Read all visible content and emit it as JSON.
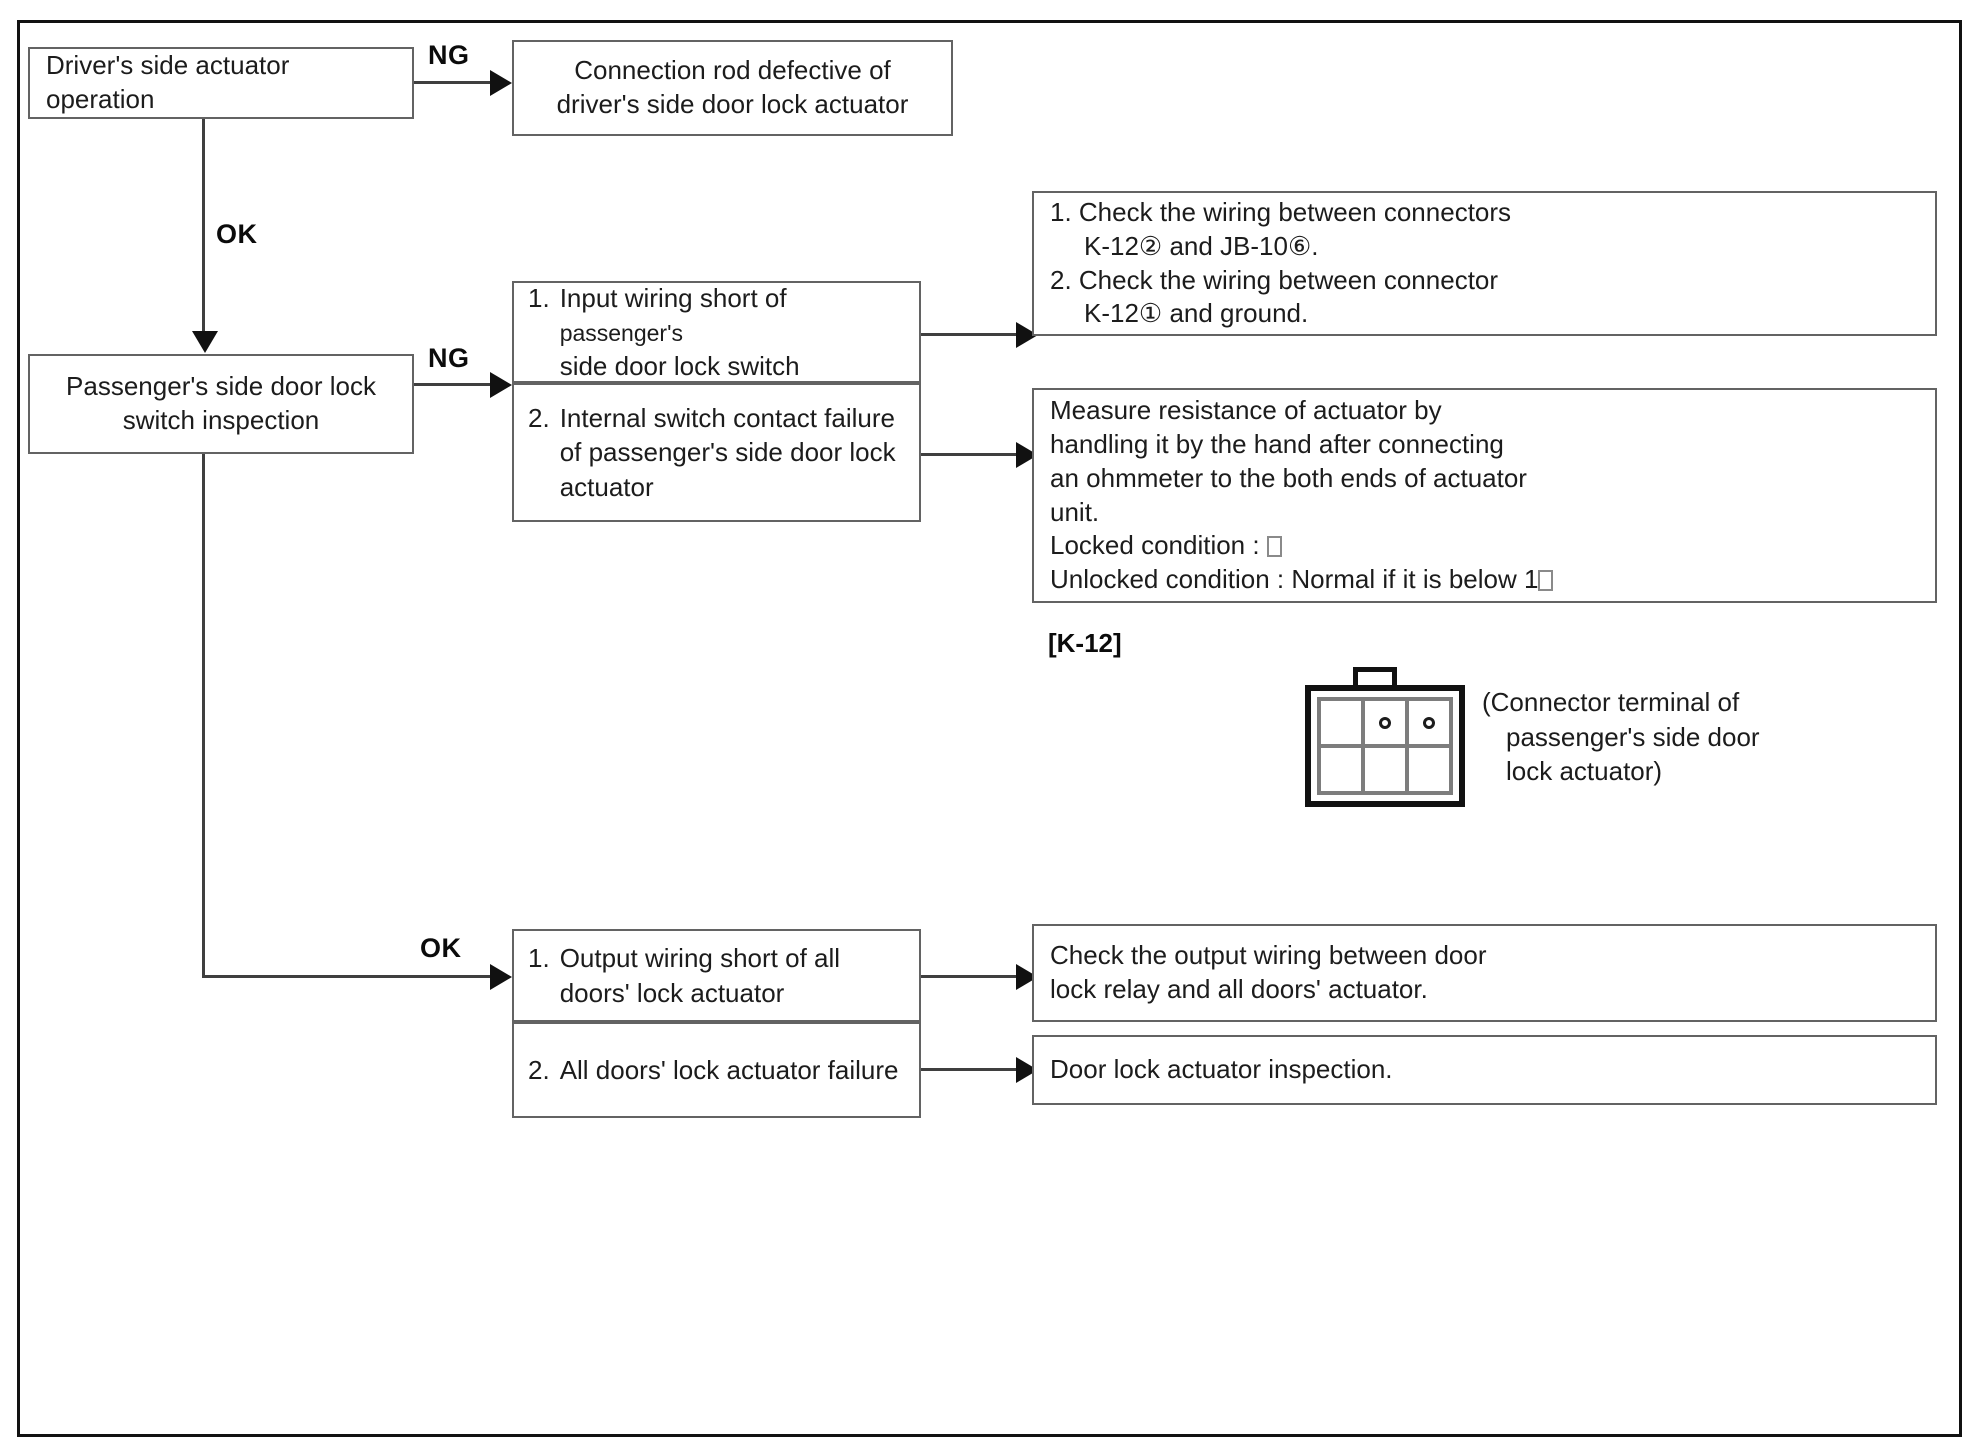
{
  "diagram": {
    "title": "Door lock system troubleshooting flow chart",
    "nodes": {
      "driver_actuator": "Driver's side actuator operation",
      "connection_rod_line1": "Connection rod defective of",
      "connection_rod_line2": "driver's side door lock actuator",
      "passenger_switch_line1": "Passenger's side door lock",
      "passenger_switch_line2": "switch inspection"
    },
    "ng_causes_switch": [
      {
        "num": "1.",
        "text_a": "Input wiring short of ",
        "text_small": "passenger's",
        "text_b": "side door lock switch"
      },
      {
        "num": "2.",
        "text_a": "Internal switch contact failure",
        "text_b": "of passenger's side door lock",
        "text_c": "actuator"
      }
    ],
    "check_wiring": {
      "item1_line1": "1. Check the wiring between connectors",
      "item1_line2": "K-12② and JB-10⑥.",
      "item2_line1": "2. Check the wiring between connector",
      "item2_line2": "K-12① and ground."
    },
    "measure_resistance": {
      "line1": "Measure resistance of actuator by",
      "line2": "handling it by the hand after connecting",
      "line3": "an ohmmeter to the both ends of actuator",
      "line4": "unit.",
      "line5_label": "Locked condition : ",
      "line6_label": "Unlocked condition : Normal if it is below 1"
    },
    "ok_causes_output": [
      {
        "num": "1.",
        "text_a": "Output wiring short of all",
        "text_b": "doors' lock actuator"
      },
      {
        "num": "2.",
        "text_a": "All doors' lock actuator failure"
      }
    ],
    "check_output_wiring": {
      "line1": "Check the output wiring between door",
      "line2": "lock relay and all doors' actuator."
    },
    "actuator_inspection": "Door lock actuator inspection.",
    "edge_labels": {
      "ng_top": "NG",
      "ok_top": "OK",
      "ng_mid": "NG",
      "ok_bottom": "OK"
    },
    "connector": {
      "label": "[K-12]",
      "caption_line1": "(Connector terminal of",
      "caption_line2": "passenger's side door",
      "caption_line3": "lock actuator)",
      "pin_count": 6,
      "marked_pins": [
        2,
        3
      ]
    },
    "colors": {
      "frame": "#111111",
      "box_border": "#636363",
      "line": "#3f3f3f",
      "text": "#1c1c1c",
      "background": "#ffffff"
    }
  }
}
